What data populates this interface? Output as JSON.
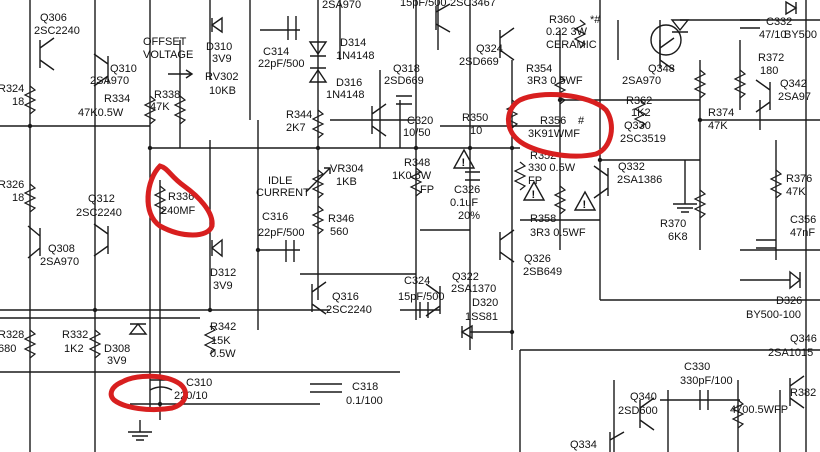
{
  "schematic": {
    "line_color": "#1a1a1a",
    "highlight_color": "#d81f1f",
    "labels": {
      "q306": "Q306",
      "q306_part": "2SC2240",
      "r324": "R324",
      "r324_val": "18",
      "q310": "Q310",
      "q310_part": "2SA970",
      "r334": "R334",
      "r334_val": "47K0.5W",
      "offset": "OFFSET",
      "voltage": "VOLTAGE",
      "r338": "R338",
      "r338_val": "47K",
      "d310": "D310",
      "d310_val": "3V9",
      "rv302": "RV302",
      "rv302_val": "10KB",
      "top_2sa970": "2SA970",
      "c314": "C314",
      "c314_val": "22pF/500",
      "d314": "D314",
      "d314_part": "1N4148",
      "d316": "D316",
      "d316_part": "1N4148",
      "q318": "Q318",
      "q318_part": "2SD669",
      "c320": "C320",
      "c320_val": "10/50",
      "r344": "R344",
      "r344_val": "2K7",
      "top_15pf": "15pF/500",
      "top_2sc3467": "2SC3467",
      "q324": "Q324",
      "q324_part": "2SD669",
      "r360": "R360",
      "r360_mark": "*#",
      "r360_val": "0.22 3W",
      "r360_type": "CERAMIC",
      "c332": "C332",
      "c332_val": "47/10",
      "top_by500": "BY500",
      "r354": "R354",
      "r354_val": "3R3 0.5WF",
      "q348": "Q348",
      "q348_part": "2SA970",
      "r372": "R372",
      "r372_val": "180",
      "q342": "Q342",
      "q342_part": "2SA97",
      "r362": "R362",
      "r362_val": "1K2",
      "r350": "R350",
      "r350_val": "10",
      "r356": "R356",
      "r356_mark": "#",
      "r356_val": "3K91WMF",
      "q330": "Q330",
      "q330_part": "2SC3519",
      "r374": "R374",
      "r374_val": "47K",
      "r326": "R326",
      "r326_val": "18",
      "r336": "R336",
      "r336_val": "240MF",
      "idle": "IDLE",
      "current": "CURRENT",
      "vr304": "VR304",
      "vr304_val": "1KB",
      "r348": "R348",
      "r348_val": "1K0.5W",
      "r348_type": "FP",
      "c326": "C326",
      "c326_val": "0.1uF",
      "c326_tol": "20%",
      "r352": "R352",
      "r352_val": "330 0.5W",
      "r352_type": "FP",
      "q332": "Q332",
      "q332_part": "2SA1386",
      "r376": "R376",
      "r376_val": "47K",
      "q312": "Q312",
      "q312_part": "2SC2240",
      "c316": "C316",
      "c316_val": "22pF/500",
      "r346": "R346",
      "r346_val": "560",
      "r358": "R358",
      "r358_val": "3R3 0.5WF",
      "r370": "R370",
      "r370_val": "6K8",
      "c356": "C356",
      "c356_val": "47nF",
      "q308": "Q308",
      "q308_part": "2SA970",
      "d312": "D312",
      "d312_val": "3V9",
      "q326": "Q326",
      "q326_part": "2SB649",
      "c324": "C324",
      "c324_val": "15pF/500",
      "q322": "Q322",
      "q322_part": "2SA1370",
      "d320": "D320",
      "d320_part": "1SS81",
      "q316": "Q316",
      "q316_part": "2SC2240",
      "d326": "D326",
      "d326_part": "BY500-100",
      "r328": "R328",
      "r328_val": "680",
      "r332": "R332",
      "r332_val": "1K2",
      "d308": "D308",
      "d308_val": "3V9",
      "r342": "R342",
      "r342_val": "15K",
      "r342_pw": "0.5W",
      "q346": "Q346",
      "q346_part": "2SA1015",
      "c330": "C330",
      "c330_val": "330pF/100",
      "c310": "C310",
      "c310_val": "220/10",
      "c318": "C318",
      "c318_val": "0.1/100",
      "q340": "Q340",
      "q340_part": "2SD600",
      "r382": "R382",
      "r382_val": "4700.5WFP",
      "q334": "Q334"
    }
  }
}
